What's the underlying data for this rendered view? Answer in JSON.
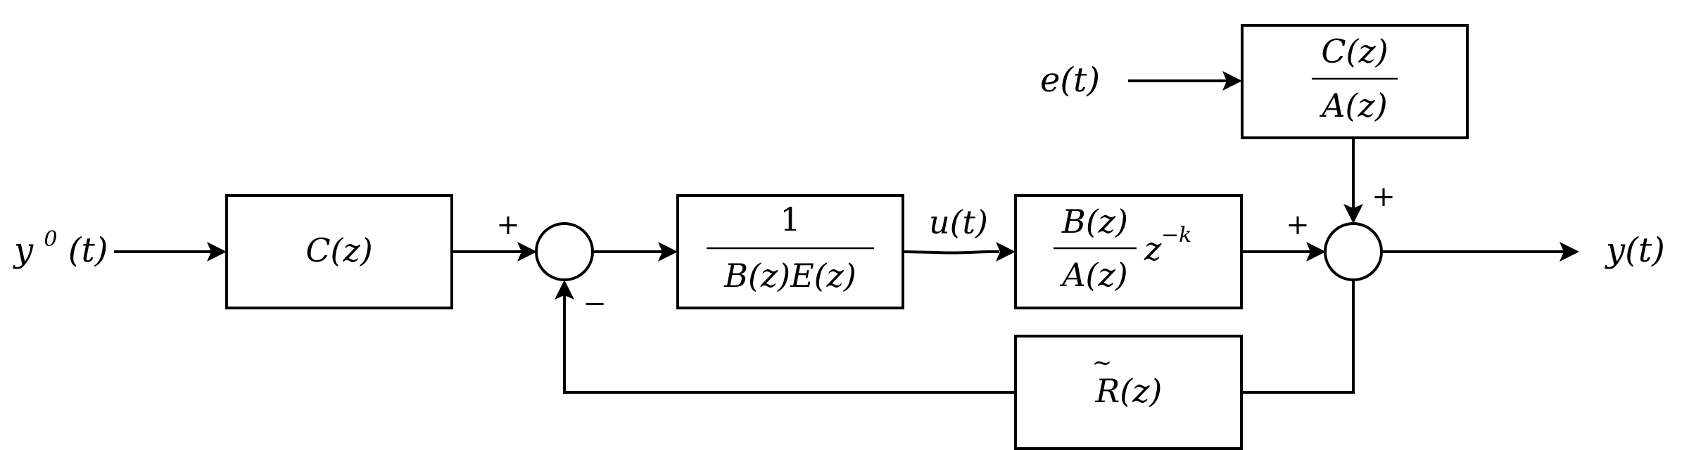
{
  "signals": {
    "reference": "y",
    "reference_sup": "0",
    "reference_arg": "(t)",
    "noise": "e(t)",
    "control": "u(t)",
    "output": "y(t)"
  },
  "blocks": {
    "prefilter": "C(z)",
    "controller_num": "1",
    "controller_den": "B(z)E(z)",
    "plant_num": "B(z)",
    "plant_den": "A(z)",
    "plant_delay": "z",
    "plant_delay_exp": "−k",
    "noise_num": "C(z)",
    "noise_den": "A(z)",
    "feedback": "R(z)",
    "feedback_accent": "~"
  },
  "signs": {
    "sum1_input": "+",
    "sum1_feedback": "−",
    "sum2_plant": "+",
    "sum2_noise": "+"
  }
}
